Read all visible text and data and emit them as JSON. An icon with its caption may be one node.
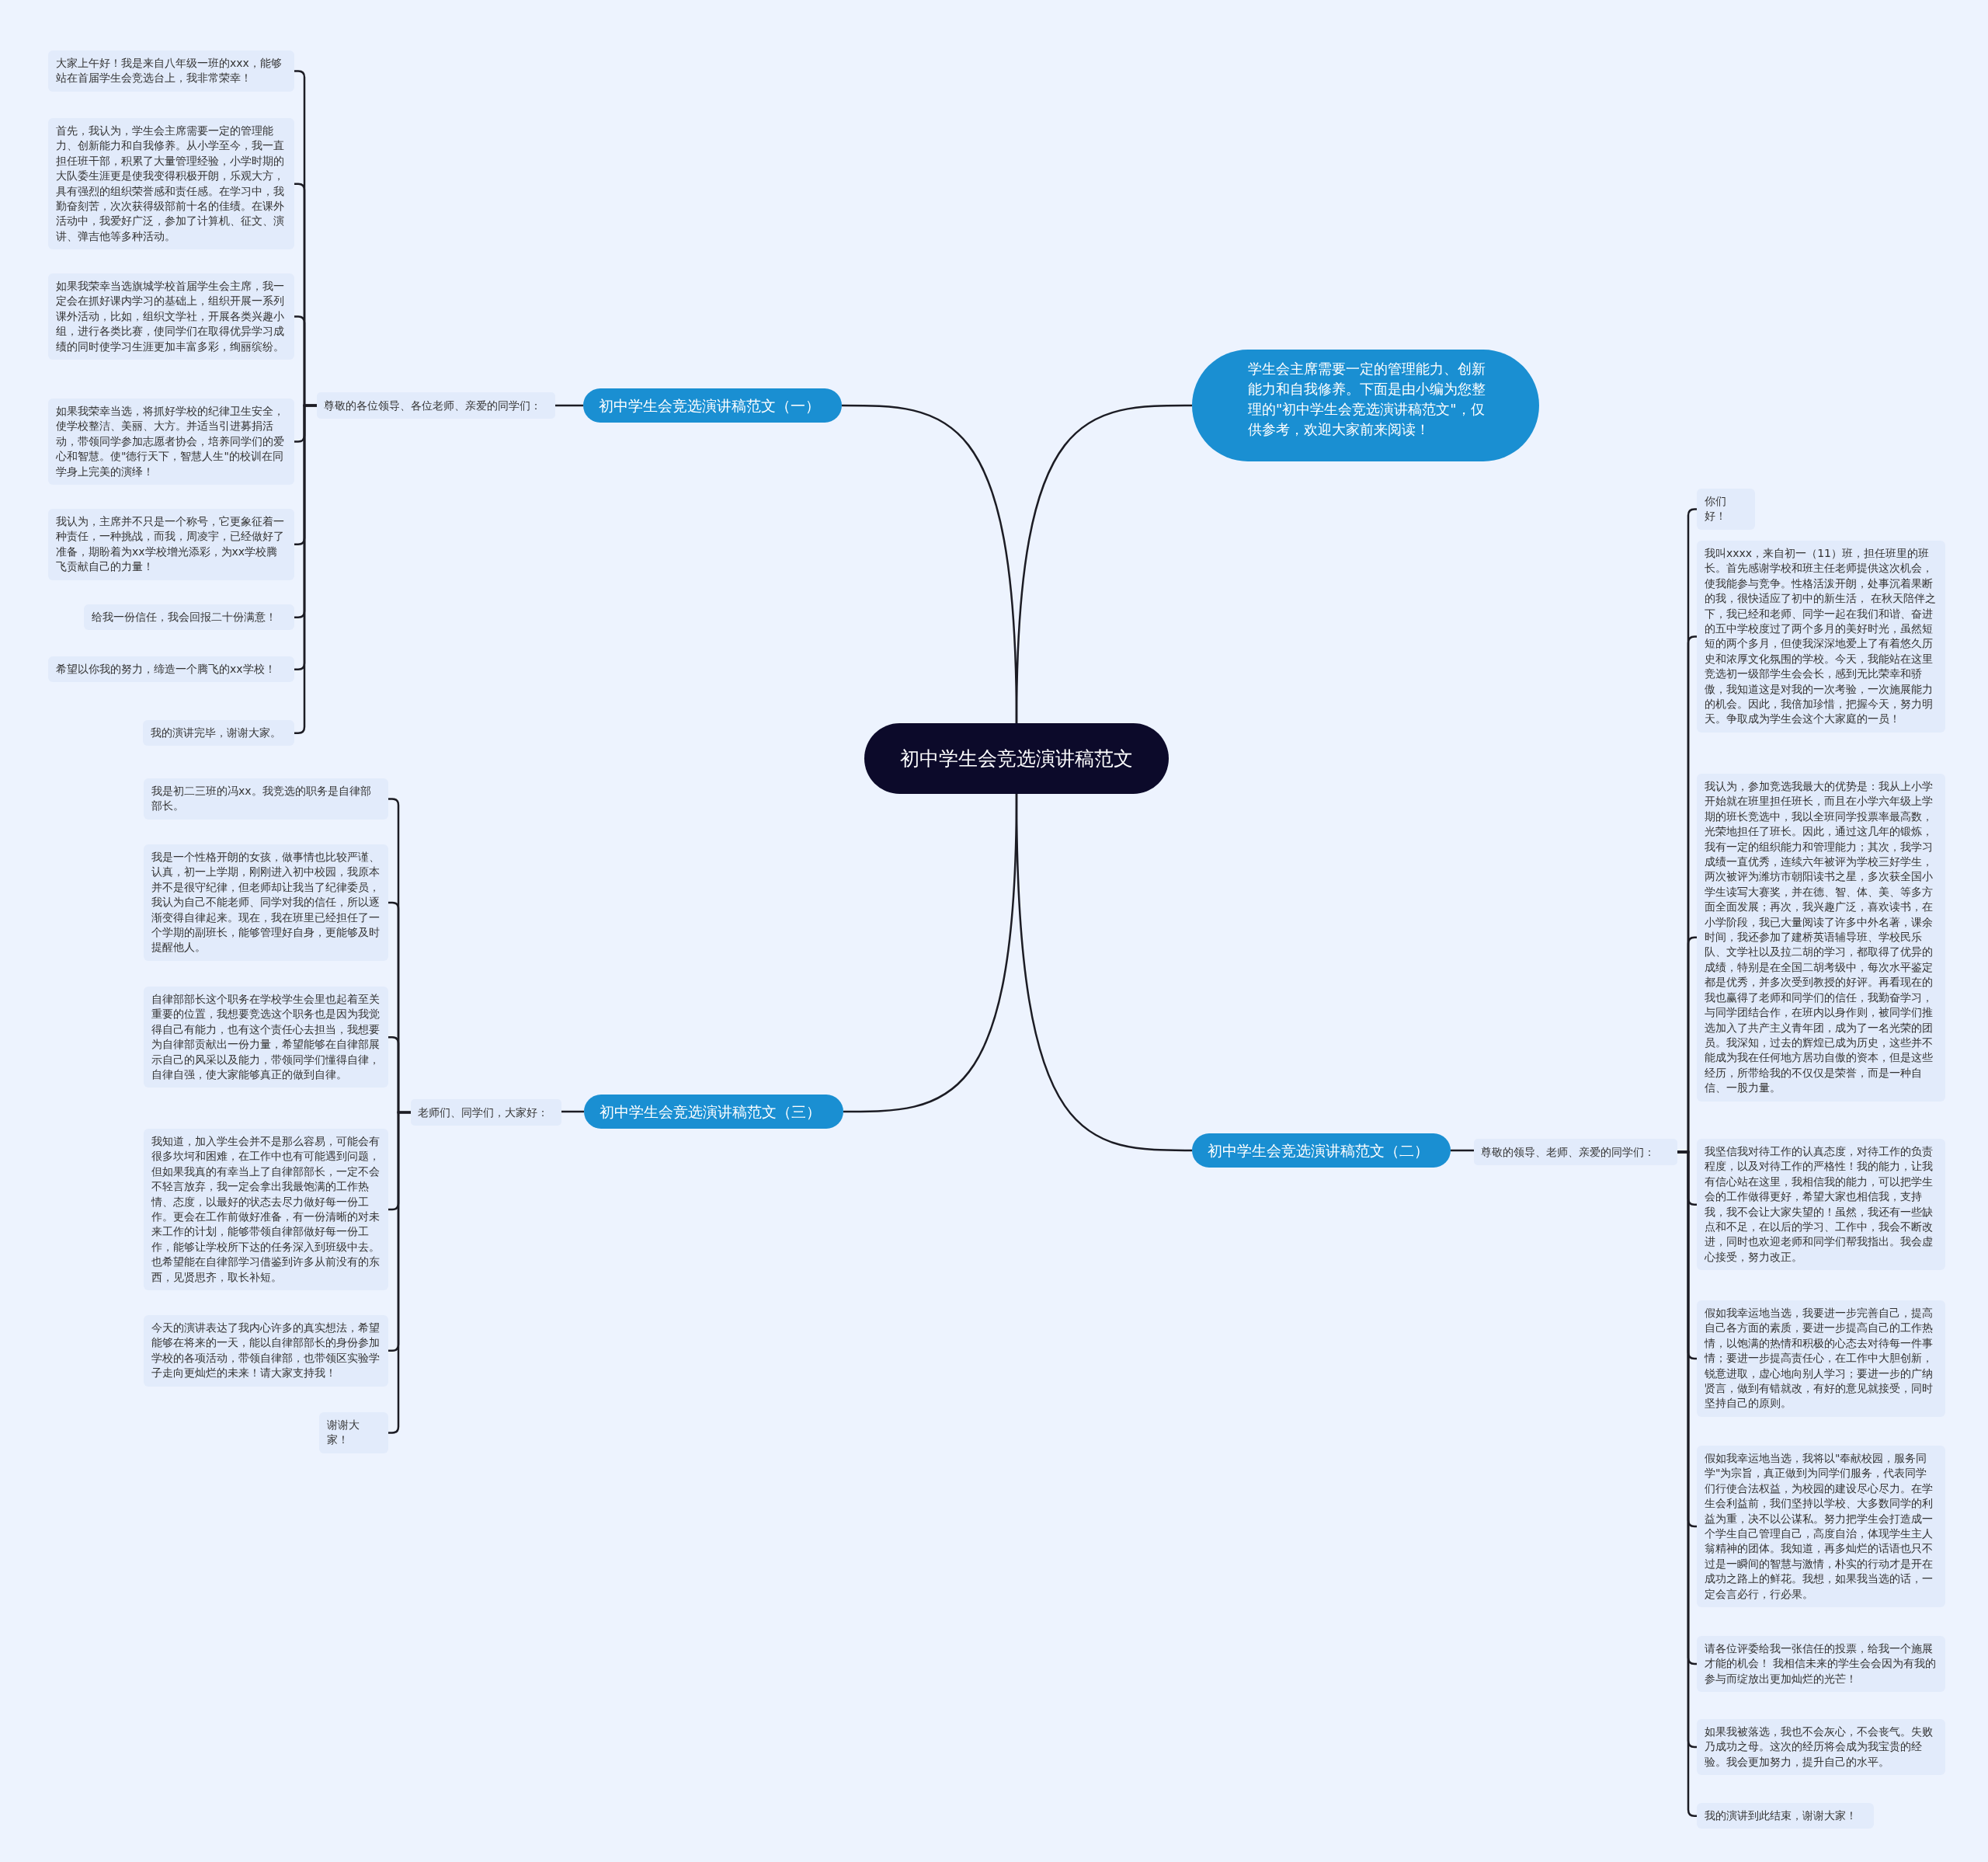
{
  "diagram": {
    "nodes": [
      {
        "text": [
          "初中学生会竞选演讲稿范文"
        ]
      },
      {
        "text": [
          "初中学生会竞选演讲稿范文（一）"
        ]
      },
      {
        "text": [
          "尊敬的各位领导、各位老师、亲爱的同学们："
        ]
      },
      {
        "text": [
          "大家上午好！我是来自八年级一班的xxx，能够站在首届学生会竞选台上，我非常荣幸！"
        ]
      },
      {
        "text": [
          "首先，我认为，学生会主席需要一定的管理能力、创新能力和自我修养。从小学至今，我一直担任班干部，积累了大量管理经验，小学时期的大队委生涯更是使我变得积极开朗，乐观大方，具有强烈的组织荣誉感和责任感。在学习中，我勤奋刻苦，次次获得级部前十名的佳绩。在课外活动中，我爱好广泛，参加了计算机、征文、演讲、弹吉他等多种活动。"
        ]
      },
      {
        "text": [
          "如果我荣幸当选旗城学校首届学生会主席，我一定会在抓好课内学习的基础上，组织开展一系列课外活动，比如，组织文学社，开展各类兴趣小组，进行各类比赛，使同学们在取得优异学习成绩的同时使学习生涯更加丰富多彩，绚丽缤纷。"
        ]
      },
      {
        "text": [
          "如果我荣幸当选，将抓好学校的纪律卫生安全，使学校整洁、美丽、大方。并适当引进募捐活动，带领同学参加志愿者协会，培养同学们的爱心和智慧。使\"德行天下，智慧人生\"的校训在同学身上完美的演绎！"
        ]
      },
      {
        "text": [
          "我认为，主席并不只是一个称号，它更象征着一种责任，一种挑战，而我，周凌宇，已经做好了准备，期盼着为xx学校增光添彩，为xx学校腾飞贡献自己的力量！"
        ]
      },
      {
        "text": [
          "给我一份信任，我会回报二十份满意！"
        ]
      },
      {
        "text": [
          "希望以你我的努力，缔造一个腾飞的xx学校！"
        ]
      },
      {
        "text": [
          "我的演讲完毕，谢谢大家。"
        ]
      },
      {
        "text": [
          "学生会主席需要一定的管理能力、创新能力和自我修养。下面是由小编为您整理的\"初中学生会竞选演讲稿范文\"，仅供参考，欢迎大家前来阅读！"
        ]
      },
      {
        "text": [
          "初中学生会竞选演讲稿范文（二）"
        ]
      },
      {
        "text": [
          "尊敬的领导、老师、亲爱的同学们："
        ]
      },
      {
        "text": [
          "你们好！"
        ]
      },
      {
        "text": [
          "我叫xxxx，来自初一（11）班，担任班里的班长。首先感谢学校和班主任老师提供这次机会，使我能参与竞争。性格活泼开朗，处事沉着果断的我，很快适应了初中的新生活， 在秋天陪伴之下，我已经和老师、同学一起在我们和谐、奋进的五中学校度过了两个多月的美好时光，虽然短短的两个多月，但使我深深地爱上了有着悠久历史和浓厚文化氛围的学校。今天，我能站在这里竞选初一级部学生会会长，感到无比荣幸和骄傲，我知道这是对我的一次考验，一次施展能力的机会。因此，我倍加珍惜，把握今天，努力明天。争取成为学生会这个大家庭的一员！"
        ]
      },
      {
        "text": [
          "我认为，参加竞选我最大的优势是：我从上小学开始就在班里担任班长，而且在小学六年级上学期的班长竞选中，我以全班同学投票率最高数，光荣地担任了班长。因此，通过这几年的锻炼，我有一定的组织能力和管理能力；其次，我学习成绩一直优秀，连续六年被评为学校三好学生，两次被评为潍坊市朝阳读书之星，多次获全国小学生读写大赛奖，并在德、智、体、美、等多方面全面发展；再次，我兴趣广泛，喜欢读书，在小学阶段，我已大量阅读了许多中外名著，课余时间，我还参加了建桥英语辅导班、学校民乐队、文学社以及拉二胡的学习，都取得了优异的成绩，特别是在全国二胡考级中，每次水平鉴定都是优秀，并多次受到教授的好评。再看现在的我也赢得了老师和同学们的信任，我勤奋学习，与同学团结合作，在班内以身作则，被同学们推选加入了共产主义青年团，成为了一名光荣的团员。我深知，过去的辉煌已成为历史，这些并不能成为我在任何地方居功自傲的资本，但是这些经历，所带给我的不仅仅是荣誉，而是一种自信、一股力量。"
        ]
      },
      {
        "text": [
          "我坚信我对待工作的认真态度，对待工作的负责程度，以及对待工作的严格性！我的能力，让我有信心站在这里，我相信我的能力，可以把学生会的工作做得更好，希望大家也相信我，支持我，我不会让大家失望的！虽然，我还有一些缺点和不足，在以后的学习、工作中，我会不断改进，同时也欢迎老师和同学们帮我指出。我会虚心接受，努力改正。"
        ]
      },
      {
        "text": [
          "假如我幸运地当选，我要进一步完善自己，提高自己各方面的素质，要进一步提高自己的工作热情，以饱满的热情和积极的心态去对待每一件事情；要进一步提高责任心，在工作中大胆创新，锐意进取，虚心地向别人学习；要进一步的广纳贤言，做到有错就改，有好的意见就接受，同时坚持自己的原则。"
        ]
      },
      {
        "text": [
          "假如我幸运地当选，我将以\"奉献校园，服务同学\"为宗旨，真正做到为同学们服务，代表同学们行使合法权益，为校园的建设尽心尽力。在学生会利益前，我们坚持以学校、大多数同学的利益为重，决不以公谋私。努力把学生会打造成一个学生自己管理自己，高度自治，体现学生主人翁精神的团体。我知道，再多灿烂的话语也只不过是一瞬间的智慧与激情，朴实的行动才是开在成功之路上的鲜花。我想，如果我当选的话，一定会言必行，行必果。"
        ]
      },
      {
        "text": [
          "请各位评委给我一张信任的投票，给我一个施展才能的机会！ 我相信未来的学生会会因为有我的参与而绽放出更加灿烂的光芒！"
        ]
      },
      {
        "text": [
          "如果我被落选，我也不会灰心，不会丧气。失败乃成功之母。这次的经历将会成为我宝贵的经验。我会更加努力，提升自己的水平。"
        ]
      },
      {
        "text": [
          "我的演讲到此结束，谢谢大家！"
        ]
      },
      {
        "text": [
          "初中学生会竞选演讲稿范文（三）"
        ]
      },
      {
        "text": [
          "老师们、同学们，大家好："
        ]
      },
      {
        "text": [
          "我是初二三班的冯xx。我竞选的职务是自律部部长。"
        ]
      },
      {
        "text": [
          "我是一个性格开朗的女孩，做事情也比较严谨、认真，初一上学期，刚刚进入初中校园，我原本并不是很守纪律，但老师却让我当了纪律委员，我认为自己不能老师、同学对我的信任，所以逐渐变得自律起来。现在，我在班里已经担任了一个学期的副班长，能够管理好自身，更能够及时提醒他人。"
        ]
      },
      {
        "text": [
          "自律部部长这个职务在学校学生会里也起着至关重要的位置，我想要竞选这个职务也是因为我觉得自己有能力，也有这个责任心去担当，我想要为自律部贡献出一份力量，希望能够在自律部展示自己的风采以及能力，带领同学们懂得自律，自律自强，使大家能够真正的做到自律。"
        ]
      },
      {
        "text": [
          "我知道，加入学生会并不是那么容易，可能会有很多坎坷和困难，在工作中也有可能遇到问题，但如果我真的有幸当上了自律部部长，一定不会不轻言放弃，我一定会拿出我最饱满的工作热情、态度，以最好的状态去尽力做好每一份工作。更会在工作前做好准备，有一份清晰的对未来工作的计划，能够带领自律部做好每一份工作，能够让学校所下达的任务深入到班级中去。也希望能在自律部学习借鉴到许多从前没有的东西，见贤思齐，取长补短。"
        ]
      },
      {
        "text": [
          "今天的演讲表达了我内心许多的真实想法，希望能够在将来的一天，能以自律部部长的身份参加学校的各项活动，带领自律部，也带领区实验学子走向更灿烂的未来！请大家支持我！"
        ]
      },
      {
        "text": [
          "谢谢大家！"
        ]
      }
    ],
    "edges": [
      {
        "from": 0,
        "to": 1,
        "arrow": "none"
      },
      {
        "from": 1,
        "to": 2,
        "arrow": "none"
      },
      {
        "from": 2,
        "to": 3,
        "arrow": "none"
      },
      {
        "from": 2,
        "to": 4,
        "arrow": "none"
      },
      {
        "from": 2,
        "to": 5,
        "arrow": "none"
      },
      {
        "from": 2,
        "to": 6,
        "arrow": "none"
      },
      {
        "from": 2,
        "to": 7,
        "arrow": "none"
      },
      {
        "from": 2,
        "to": 8,
        "arrow": "none"
      },
      {
        "from": 2,
        "to": 9,
        "arrow": "none"
      },
      {
        "from": 2,
        "to": 10,
        "arrow": "none"
      },
      {
        "from": 0,
        "to": 11,
        "arrow": "none"
      },
      {
        "from": 0,
        "to": 12,
        "arrow": "none"
      },
      {
        "from": 12,
        "to": 13,
        "arrow": "none"
      },
      {
        "from": 13,
        "to": 14,
        "arrow": "none"
      },
      {
        "from": 13,
        "to": 15,
        "arrow": "none"
      },
      {
        "from": 13,
        "to": 16,
        "arrow": "none"
      },
      {
        "from": 13,
        "to": 17,
        "arrow": "none"
      },
      {
        "from": 13,
        "to": 18,
        "arrow": "none"
      },
      {
        "from": 13,
        "to": 19,
        "arrow": "none"
      },
      {
        "from": 13,
        "to": 20,
        "arrow": "none"
      },
      {
        "from": 13,
        "to": 21,
        "arrow": "none"
      },
      {
        "from": 13,
        "to": 22,
        "arrow": "none"
      },
      {
        "from": 0,
        "to": 23,
        "arrow": "none"
      },
      {
        "from": 23,
        "to": 24,
        "arrow": "none"
      },
      {
        "from": 24,
        "to": 25,
        "arrow": "none"
      },
      {
        "from": 24,
        "to": 26,
        "arrow": "none"
      },
      {
        "from": 24,
        "to": 27,
        "arrow": "none"
      },
      {
        "from": 24,
        "to": 28,
        "arrow": "none"
      },
      {
        "from": 24,
        "to": 29,
        "arrow": "none"
      },
      {
        "from": 24,
        "to": 30,
        "arrow": "none"
      }
    ]
  }
}
